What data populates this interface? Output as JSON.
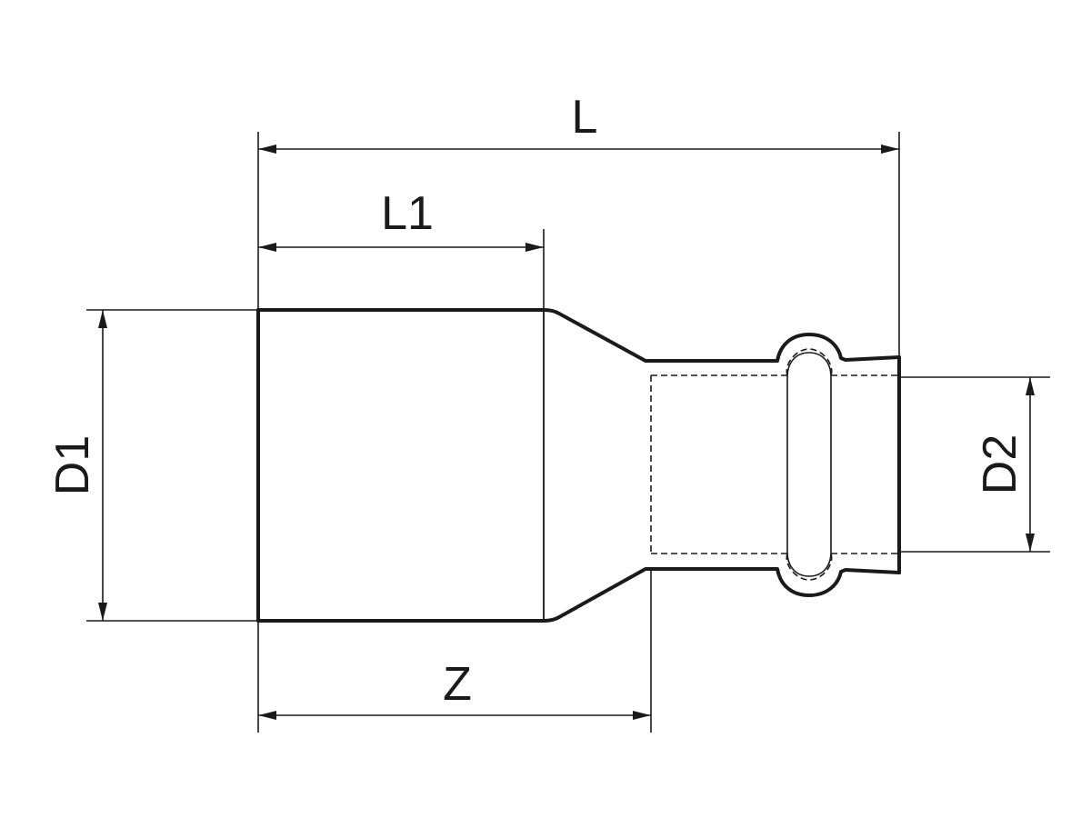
{
  "labels": {
    "L": "L",
    "L1": "L1",
    "Z": "Z",
    "D1": "D1",
    "D2": "D2"
  },
  "colors": {
    "line": "#1a1a1a",
    "background": "#ffffff"
  }
}
